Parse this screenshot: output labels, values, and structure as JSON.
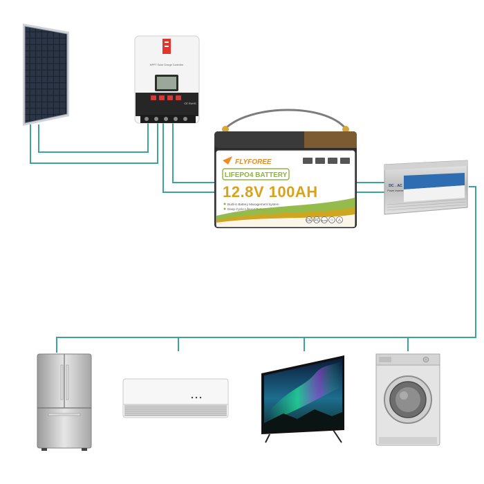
{
  "battery": {
    "brand": "FLYFOREE",
    "type_label": "LIFEPO4 BATTERY",
    "rating": "12.8V 100AH",
    "features": [
      "Built-in Battery Management System",
      "Deep Cycle Lifepo4 Battery"
    ],
    "certifications": [
      "CE",
      "FC",
      "RoHS",
      "♲",
      "⚠"
    ]
  },
  "charge_controller": {
    "model_label": "MPPT Solar Charge Controller",
    "ce_mark": "CE RoHS"
  },
  "inverter": {
    "title": "DC→AC",
    "subtitle": "Power Inverter"
  },
  "appliances": [
    {
      "name": "refrigerator"
    },
    {
      "name": "air-conditioner"
    },
    {
      "name": "television"
    },
    {
      "name": "washing-machine"
    }
  ],
  "colors": {
    "wire": "#3aa39a",
    "battery_label_bg": "#ffffff",
    "battery_accent": "#d9a21b",
    "battery_green": "#8bb43a",
    "inverter_panel": "#2f6db3"
  }
}
